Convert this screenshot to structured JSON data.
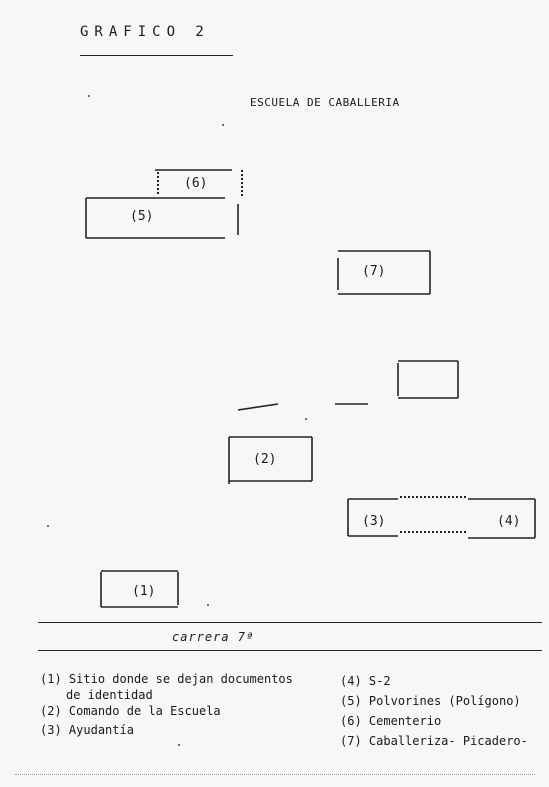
{
  "header": {
    "title": "GRAFICO   2",
    "subtitle": "ESCUELA DE CABALLERIA"
  },
  "plan": {
    "labels": [
      "(6)",
      "(5)",
      "(7)",
      "(2)",
      "(3)",
      "(4)",
      "(1)"
    ]
  },
  "street": {
    "label": "carrera 7ª"
  },
  "legend": {
    "left": [
      {
        "num": "(1)",
        "text": "Sitio donde se dejan documentos",
        "text2": "de identidad"
      },
      {
        "num": "(2)",
        "text": "Comando de la Escuela"
      },
      {
        "num": "(3)",
        "text": "Ayudantía"
      }
    ],
    "right": [
      {
        "num": "(4)",
        "text": "S-2"
      },
      {
        "num": "(5)",
        "text": "Polvorines (Polígono)"
      },
      {
        "num": "(6)",
        "text": "Cementerio"
      },
      {
        "num": "(7)",
        "text": "Caballeriza- Picadero-"
      }
    ]
  }
}
